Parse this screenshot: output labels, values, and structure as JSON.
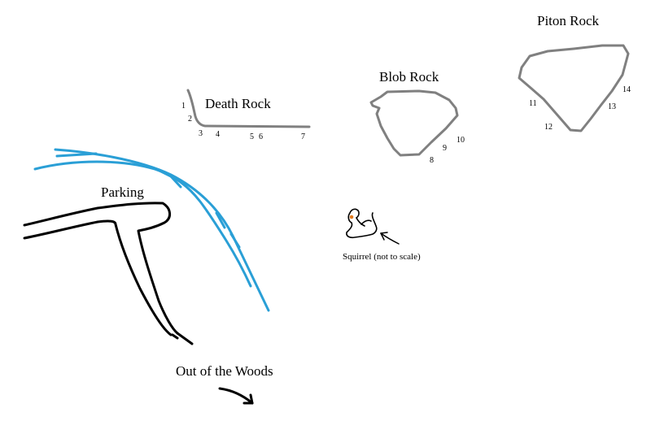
{
  "labels": {
    "death_rock": "Death Rock",
    "blob_rock": "Blob Rock",
    "piton_rock": "Piton Rock",
    "parking": "Parking",
    "out_of_woods": "Out of the Woods",
    "squirrel": "Squirrel (not to scale)"
  },
  "route_numbers": [
    "1",
    "2",
    "3",
    "4",
    "5",
    "6",
    "7",
    "8",
    "9",
    "10",
    "11",
    "12",
    "13",
    "14"
  ],
  "colors": {
    "rock_outline": "#808080",
    "river": "#2a9fd6",
    "road": "#000000",
    "background": "#ffffff"
  },
  "icons": [
    "squirrel-icon",
    "arrow-icon"
  ]
}
